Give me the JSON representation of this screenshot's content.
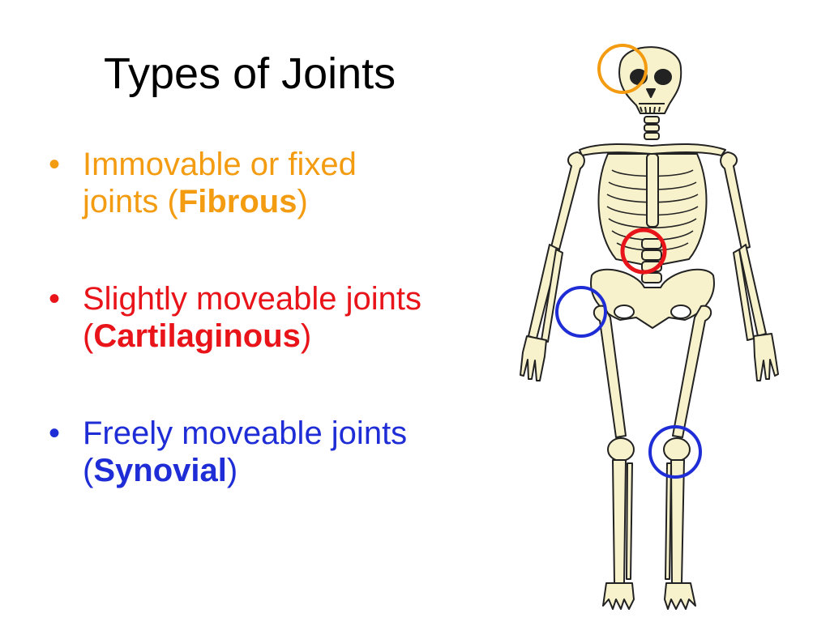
{
  "slide": {
    "title": "Types of Joints"
  },
  "bullets": [
    {
      "text_pre": "Immovable or fixed",
      "text_line2_pre": "joints (",
      "term": "Fibrous",
      "text_post": ")",
      "color": "#f39c12"
    },
    {
      "text_pre": "Slightly moveable joints",
      "text_line2_pre": "(",
      "term": "Cartilaginous",
      "text_post": ")",
      "color": "#e8141a"
    },
    {
      "text_pre": "Freely moveable joints",
      "text_line2_pre": "(",
      "term": "Synovial",
      "text_post": ")",
      "color": "#1f2dd6"
    }
  ],
  "bullet_glyph": "•",
  "figure": {
    "image": "skeleton",
    "highlight_circles": [
      {
        "marks": "skull-suture",
        "color": "#f39c12"
      },
      {
        "marks": "vertebrae",
        "color": "#e8141a"
      },
      {
        "marks": "hip-joint",
        "color": "#1f2dd6"
      },
      {
        "marks": "knee-joint",
        "color": "#1f2dd6"
      }
    ]
  }
}
